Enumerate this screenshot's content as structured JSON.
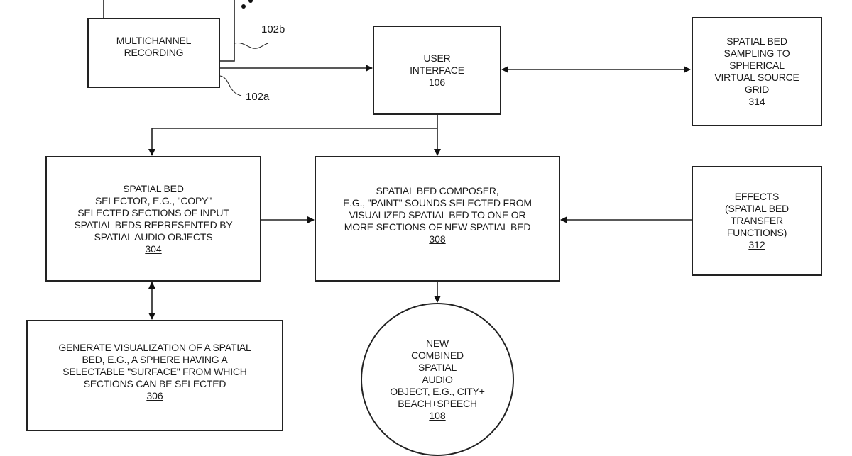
{
  "nodes": {
    "multichannel": {
      "lines": [
        "MULTICHANNEL",
        "RECORDING"
      ]
    },
    "user_interface": {
      "lines": [
        "USER",
        "INTERFACE"
      ],
      "ref": "106"
    },
    "sampling": {
      "lines": [
        "SPATIAL BED",
        "SAMPLING TO",
        "SPHERICAL",
        "VIRTUAL SOURCE",
        "GRID"
      ],
      "ref": "314"
    },
    "selector": {
      "lines": [
        "SPATIAL BED",
        "SELECTOR, E.G., \"COPY\"",
        "SELECTED SECTIONS OF INPUT",
        "SPATIAL BEDS REPRESENTED BY",
        "SPATIAL AUDIO OBJECTS"
      ],
      "ref": "304"
    },
    "composer": {
      "lines": [
        "SPATIAL BED COMPOSER,",
        "E.G., \"PAINT\" SOUNDS SELECTED FROM",
        "VISUALIZED SPATIAL BED TO ONE OR",
        "MORE SECTIONS OF NEW SPATIAL BED"
      ],
      "ref": "308"
    },
    "effects": {
      "lines": [
        "EFFECTS",
        "(SPATIAL BED",
        "TRANSFER",
        "FUNCTIONS)"
      ],
      "ref": "312"
    },
    "visualization": {
      "lines": [
        "GENERATE VISUALIZATION OF A SPATIAL",
        "BED, E.G., A SPHERE HAVING A",
        "SELECTABLE \"SURFACE\" FROM WHICH",
        "SECTIONS CAN BE SELECTED"
      ],
      "ref": "306"
    },
    "combined": {
      "lines": [
        "NEW",
        "COMBINED",
        "SPATIAL",
        "AUDIO",
        "OBJECT, E.G., CITY+",
        "BEACH+SPEECH"
      ],
      "ref": "108"
    }
  },
  "labels": {
    "channel_a": "102a",
    "channel_b": "102b"
  }
}
